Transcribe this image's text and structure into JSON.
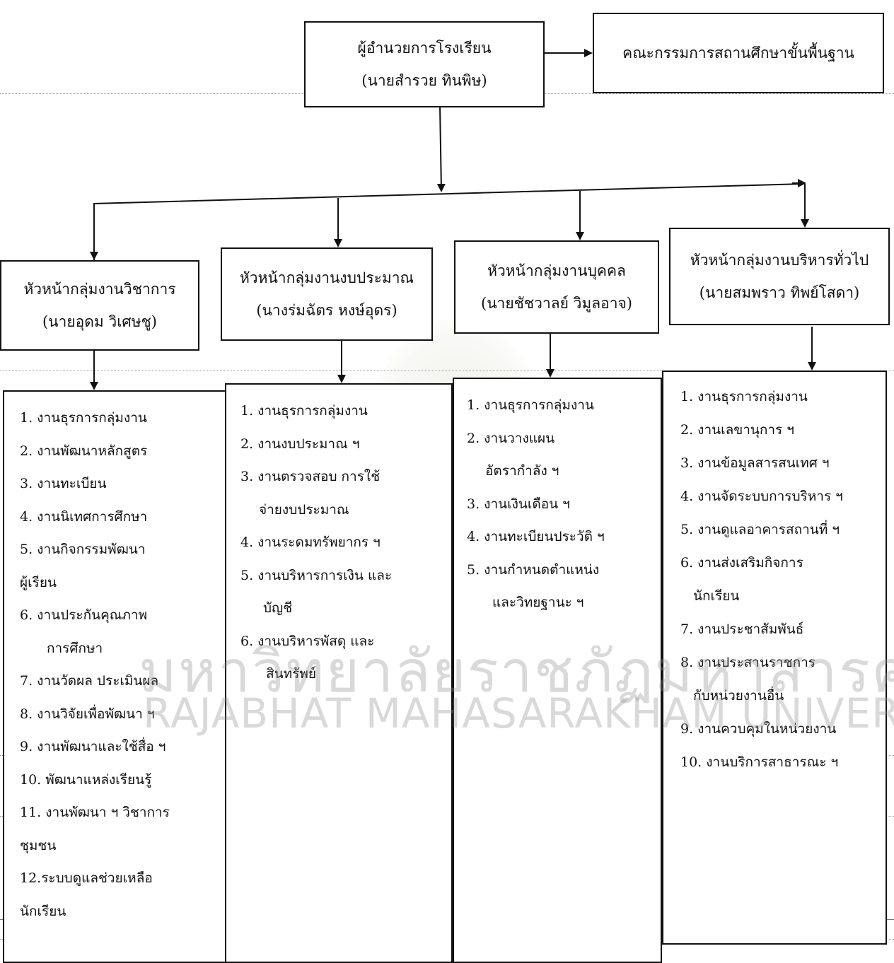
{
  "top": {
    "director_title": "ผู้อำนวยการโรงเรียน",
    "director_name": "(นายสำรวย ทินพิษ)",
    "committee": "คณะกรรมการสถานศึกษาขั้นพื้นฐาน"
  },
  "groups": [
    {
      "title": "หัวหน้ากลุ่มงานวิชาการ",
      "name": "(นายอุดม วิเศษชู)",
      "items": [
        "1.  งานธุรการกลุ่มงาน",
        "2.  งานพัฒนาหลักสูตร",
        "3.  งานทะเบียน",
        "4.  งานนิเทศการศึกษา",
        "5.  งานกิจกรรมพัฒนา",
        "ผู้เรียน",
        "6.  งานประกันคุณภาพ",
        "การศึกษา",
        "7.  งานวัดผล ประเมินผล",
        "8.  งานวิจัยเพื่อพัฒนา ฯ",
        "9.  งานพัฒนาและใช้สื่อ ฯ",
        "10. พัฒนาแหล่งเรียนรู้",
        "11. งานพัฒนา ฯ วิชาการ",
        "ชุมชน",
        "12.ระบบดูแลช่วยเหลือ",
        "นักเรียน"
      ]
    },
    {
      "title": "หัวหน้ากลุ่มงานงบประมาณ",
      "name": "(นางร่มฉัตร หงษ์อุดร)",
      "items": [
        "1.  งานธุรการกลุ่มงาน",
        "2.  งานงบประมาณ ฯ",
        "3.  งานตรวจสอบ การใช้",
        "จ่ายงบประมาณ",
        "4.  งานระดมทรัพยากร ฯ",
        "5.  งานบริหารการเงิน และ",
        "บัญชี",
        "6.  งานบริหารพัสดุ และ",
        "สินทรัพย์"
      ]
    },
    {
      "title": "หัวหน้ากลุ่มงานบุคคล",
      "name": "(นายชัชวาลย์ วิมูลอาจ)",
      "items": [
        "1. งานธุรการกลุ่มงาน",
        "2. งานวางแผน",
        "อัตรากำลัง ฯ",
        "3. งานเงินเดือน ฯ",
        "4. งานทะเบียนประวัติ ฯ",
        "5. งานกำหนดตำแหน่ง",
        "และวิทยฐานะ ฯ"
      ]
    },
    {
      "title": "หัวหน้ากลุ่มงานบริหารทั่วไป",
      "name": "(นายสมพราว ทิพย์โสดา)",
      "items": [
        "1.  งานธุรการกลุ่มงาน",
        "2.  งานเลขานุการ ฯ",
        "3.  งานข้อมูลสารสนเทศ ฯ",
        "4. งานจัดระบบการบริหาร ฯ",
        "5.  งานดูแลอาคารสถานที่ ฯ",
        "6.  งานส่งเสริมกิจการ",
        "นักเรียน",
        "7.  งานประชาสัมพันธ์",
        "8.  งานประสานราชการ",
        "กับหน่วยงานอื่น",
        "9. งานควบคุมในหน่วยงาน",
        "10. งานบริการสาธารณะ ฯ"
      ]
    }
  ],
  "watermark": {
    "thai": "มหาวิทยาลัยราชภัฏมหาสารคาม",
    "english": "RAJABHAT MAHASARAKHAM UNIVERSITY"
  }
}
